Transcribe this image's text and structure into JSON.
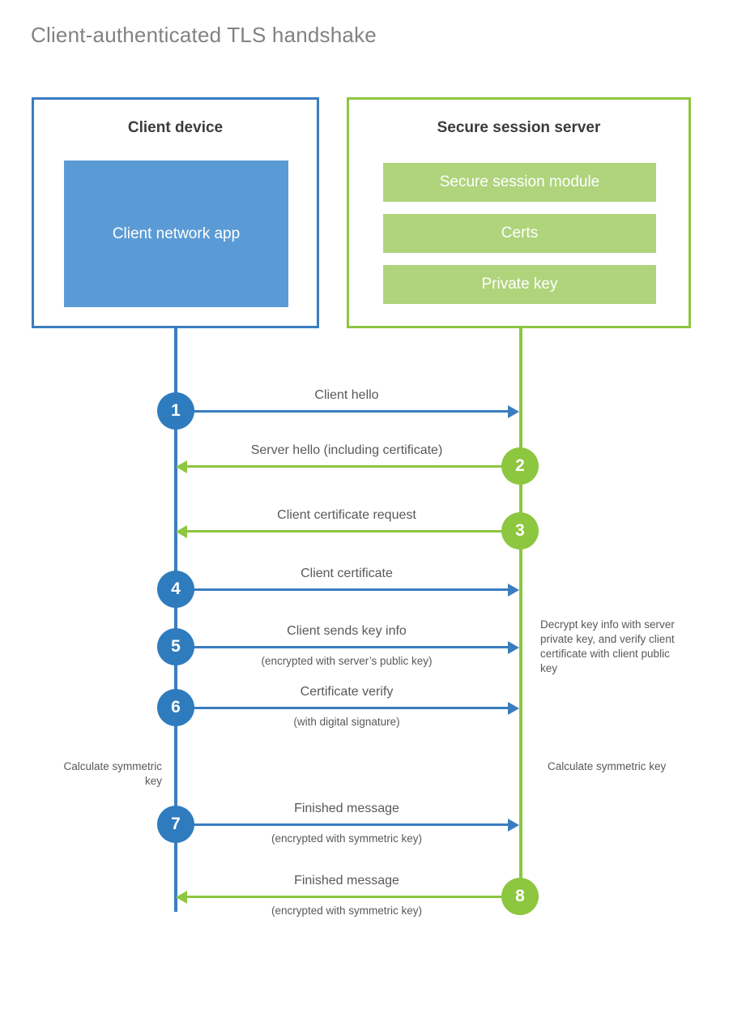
{
  "title": "Client-authenticated TLS handshake",
  "colors": {
    "client_blue": "#3A7DBF",
    "client_circle_blue": "#2E7CBE",
    "client_app_fill": "#5B9BD5",
    "server_green": "#8DC63F",
    "server_bar_fill": "#AFD47C",
    "text_gray": "#58595B",
    "title_gray": "#808285"
  },
  "client": {
    "title": "Client device",
    "app_label": "Client network app"
  },
  "server": {
    "title": "Secure session server",
    "modules": [
      {
        "label": "Secure session module"
      },
      {
        "label": "Certs"
      },
      {
        "label": "Private key"
      }
    ]
  },
  "messages": [
    {
      "step": "1",
      "label": "Client hello",
      "sublabel": "",
      "direction": "to-server",
      "origin": "client"
    },
    {
      "step": "2",
      "label": "Server hello (including certificate)",
      "sublabel": "",
      "direction": "to-client",
      "origin": "server"
    },
    {
      "step": "3",
      "label": "Client certificate request",
      "sublabel": "",
      "direction": "to-client",
      "origin": "server"
    },
    {
      "step": "4",
      "label": "Client certificate",
      "sublabel": "",
      "direction": "to-server",
      "origin": "client"
    },
    {
      "step": "5",
      "label": "Client sends key info",
      "sublabel": "(encrypted with server’s public key)",
      "direction": "to-server",
      "origin": "client"
    },
    {
      "step": "6",
      "label": "Certificate verify",
      "sublabel": "(with digital signature)",
      "direction": "to-server",
      "origin": "client"
    },
    {
      "step": "7",
      "label": "Finished message",
      "sublabel": "(encrypted with symmetric key)",
      "direction": "to-server",
      "origin": "client"
    },
    {
      "step": "8",
      "label": "Finished message",
      "sublabel": "(encrypted with symmetric key)",
      "direction": "to-client",
      "origin": "server"
    }
  ],
  "notes": {
    "decrypt": "Decrypt key info with server private key, and verify client certificate with client public key",
    "calculate_client": "Calculate symmetric key",
    "calculate_server": "Calculate symmetric key"
  }
}
